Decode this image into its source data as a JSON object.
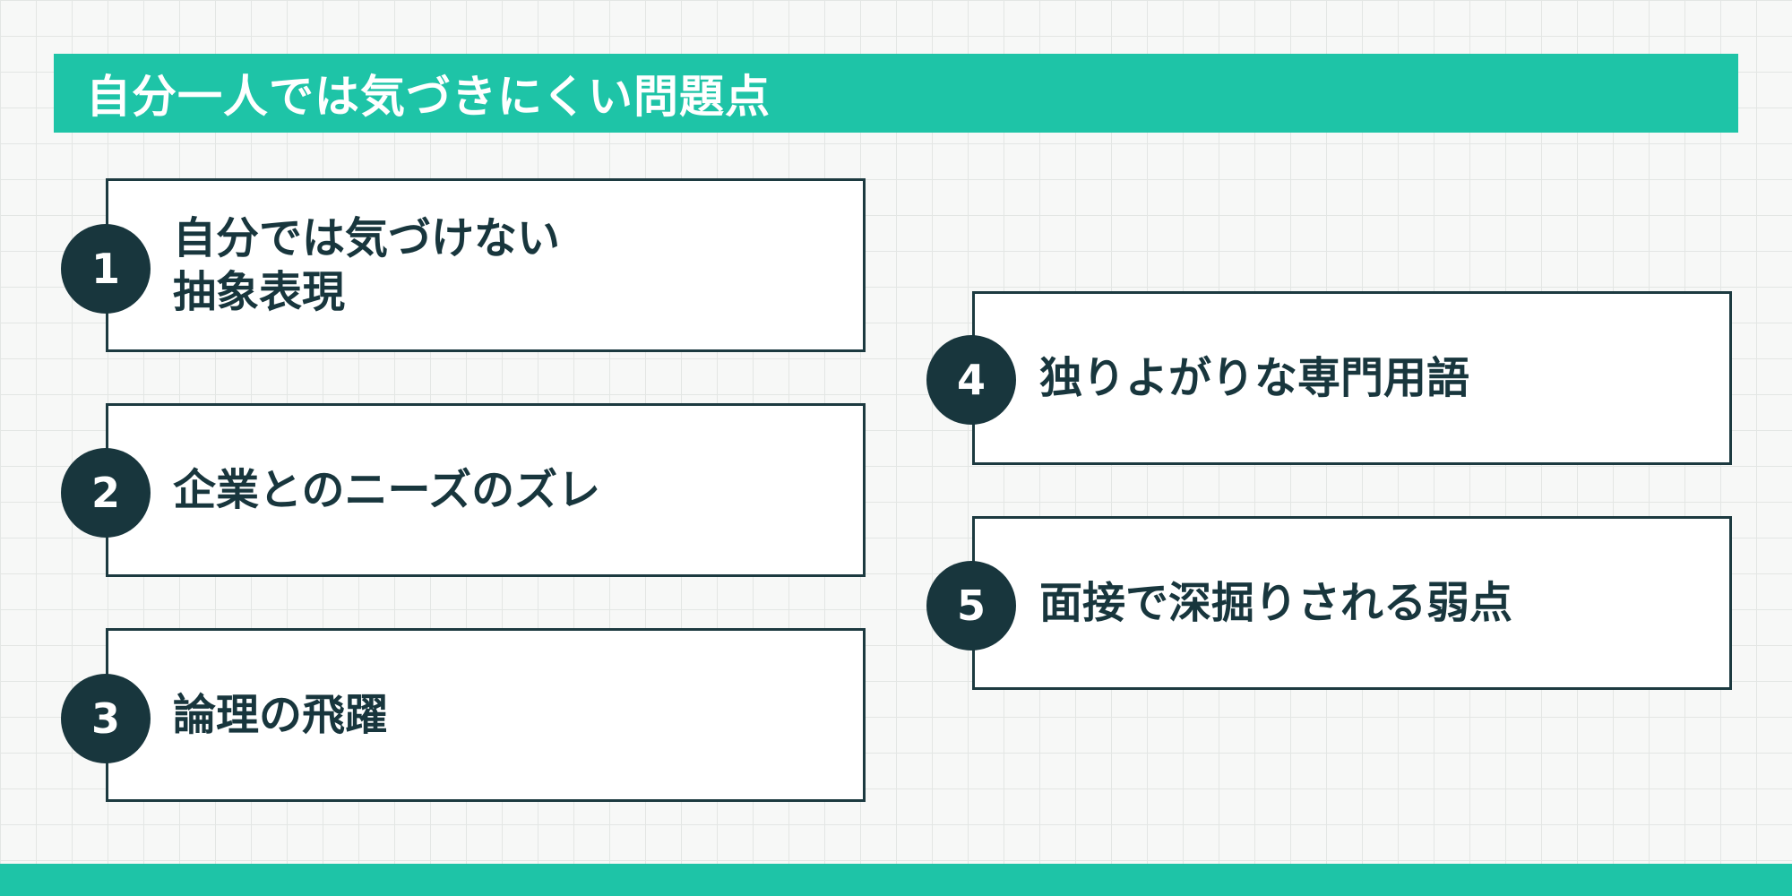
{
  "title": "自分一人では気づきにくい問題点",
  "items": [
    {
      "number": "1",
      "label": "自分では気づけない\n抽象表現"
    },
    {
      "number": "2",
      "label": "企業とのニーズのズレ"
    },
    {
      "number": "3",
      "label": "論理の飛躍"
    },
    {
      "number": "4",
      "label": "独りよがりな専門用語"
    },
    {
      "number": "5",
      "label": "面接で深掘りされる弱点"
    }
  ],
  "colors": {
    "accent": "#1ec4a7",
    "dark": "#18363d",
    "background": "#f7f8f7"
  }
}
